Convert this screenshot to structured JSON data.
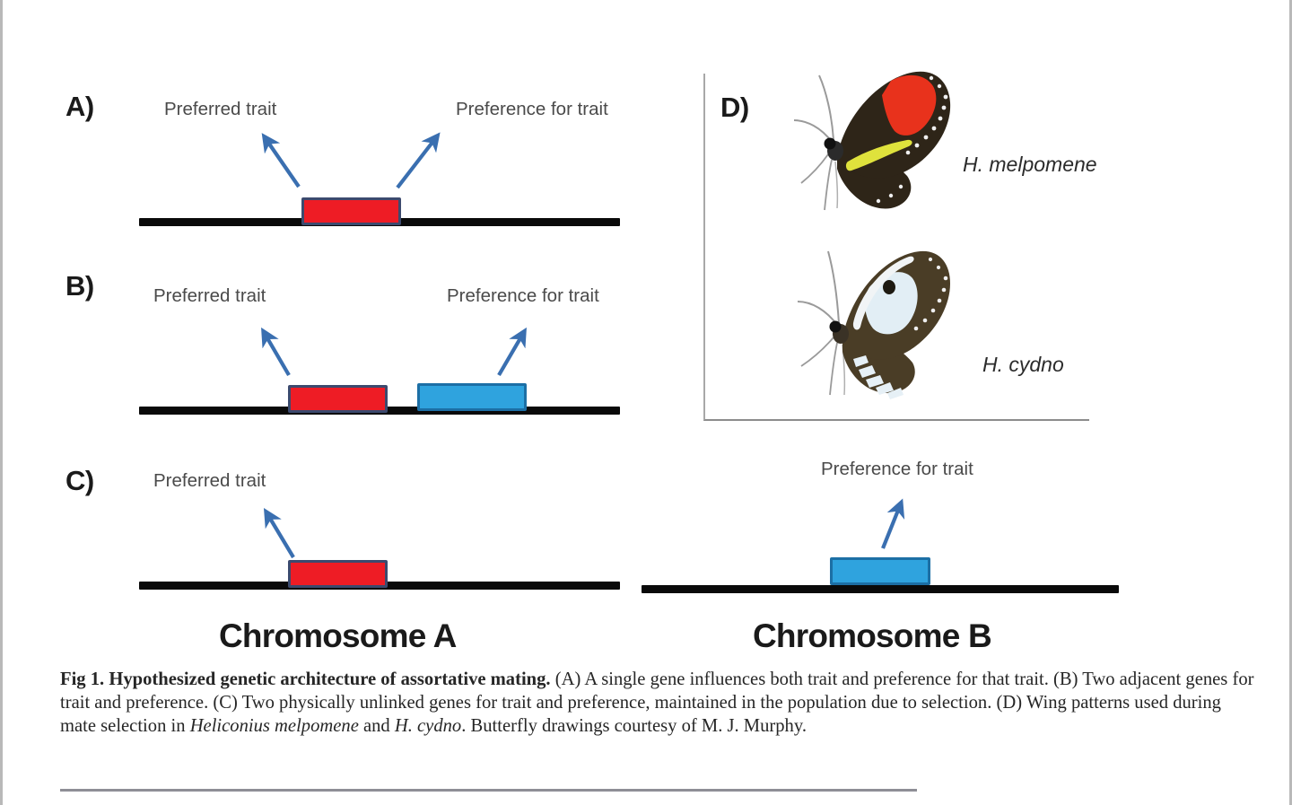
{
  "figure": {
    "panels": [
      {
        "letter": "A)",
        "labels": [
          "Preferred trait",
          "Preference for trait"
        ],
        "genes": [
          {
            "color_name": "red",
            "color": "#ee1c25"
          }
        ],
        "chromosome": "Chromosome A"
      },
      {
        "letter": "B)",
        "labels": [
          "Preferred trait",
          "Preference for trait"
        ],
        "genes": [
          {
            "color_name": "red",
            "color": "#ee1c25"
          },
          {
            "color_name": "blue",
            "color": "#2fa3de"
          }
        ],
        "chromosome": "Chromosome A"
      },
      {
        "letter": "C)",
        "labels": [
          "Preferred trait",
          "Preference for trait"
        ],
        "genes": [
          {
            "color_name": "red",
            "color": "#ee1c25"
          },
          {
            "color_name": "blue",
            "color": "#2fa3de"
          }
        ],
        "chromosome": "Chromosome A / Chromosome B"
      },
      {
        "letter": "D)",
        "labels": [],
        "species": [
          "H. melpomene",
          "H. cydno"
        ]
      }
    ],
    "panel_a": {
      "letter": "A)",
      "label_left": "Preferred trait",
      "label_right": "Preference for trait"
    },
    "panel_b": {
      "letter": "B)",
      "label_left": "Preferred trait",
      "label_right": "Preference for trait"
    },
    "panel_c": {
      "letter": "C)",
      "label_left": "Preferred trait",
      "label_right": "Preference for trait"
    },
    "panel_d": {
      "letter": "D)",
      "species_top": "H. melpomene",
      "species_bottom": "H. cydno"
    },
    "chromosome_a_title": "Chromosome A",
    "chromosome_b_title": "Chromosome B",
    "colors": {
      "trait_gene": "#ee1c25",
      "preference_gene": "#2fa3de",
      "arrow": "#3a6fb0",
      "chromosome_line": "#0a0a0a",
      "frame": "#a8a8a8",
      "melpomene_wing": "#2e2518",
      "melpomene_red_patch": "#e8321c",
      "melpomene_yellow_band": "#dfe23c",
      "cydno_wing": "#4a3d26",
      "cydno_white_patch": "#e2eef5"
    },
    "caption": {
      "title": "Fig 1.  Hypothesized genetic architecture of assortative mating.",
      "line_a": " (A) A single gene influences both trait and preference for that trait.",
      "line_b": " (B) Two adjacent genes for trait and preference.",
      "line_c": " (C) Two physically unlinked genes for trait and preference, maintained in the population due to selection.",
      "line_d": " (D) Wing patterns used during mate selection in ",
      "species_italic_1": "Heliconius melpomene",
      "conjunction": " and ",
      "species_italic_2": "H. cydno",
      "credit": ". Butterfly drawings courtesy of M. J. Murphy."
    }
  }
}
